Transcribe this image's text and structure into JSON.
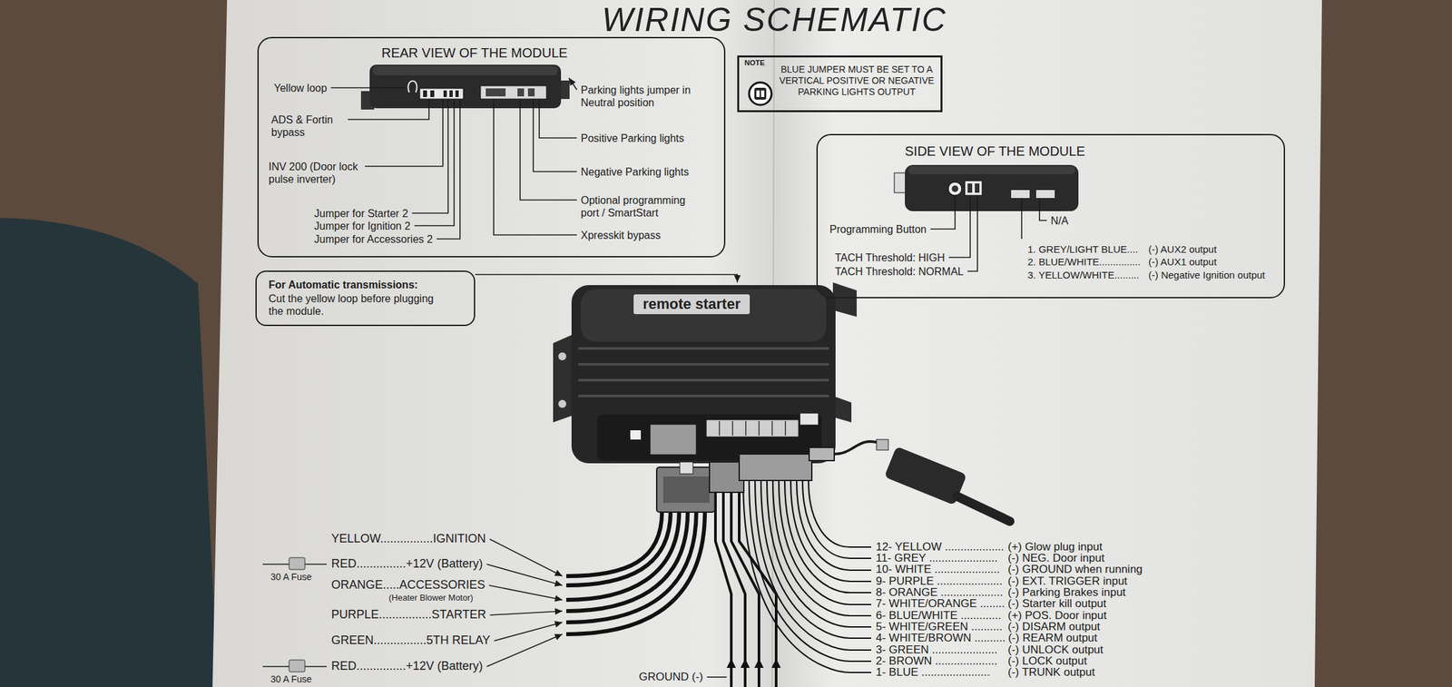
{
  "diagram": {
    "title": "WIRING SCHEMATIC",
    "nodes": [
      {
        "text": [
          "REAR VIEW OF THE MODULE"
        ]
      },
      {
        "text": [
          "NOTE",
          "BLUE JUMPER MUST BE SET TO A VERTICAL POSITIVE OR NEGATIVE PARKING LIGHTS OUTPUT"
        ]
      },
      {
        "text": [
          "SIDE VIEW OF THE MODULE"
        ]
      },
      {
        "text": [
          "For Automatic transmissions:",
          "Cut the yellow loop before plugging the module."
        ]
      },
      {
        "text": [
          "remote starter"
        ]
      }
    ],
    "edges": [
      {
        "from": 3,
        "to": 4,
        "arrow": "to"
      }
    ],
    "labels": [
      "Yellow loop",
      "ADS & Fortin bypass",
      "INV 200 (Door lock pulse inverter)",
      "Jumper for Starter 2",
      "Jumper for Ignition 2",
      "Jumper for Accessories 2",
      "Parking lights jumper in Neutral position",
      "Positive Parking lights",
      "Negative Parking lights",
      "Optional programming port / SmartStart",
      "Xpresskit bypass",
      "Programming Button",
      "N/A",
      "TACH Threshold: HIGH",
      "TACH Threshold: NORMAL",
      "1. GREY/LIGHT BLUE....",
      "(-) AUX2 output",
      "2. BLUE/WHITE...............",
      "(-) AUX1 output",
      "3. YELLOW/WHITE.........",
      "(-) Negative Ignition output",
      "YELLOW................IGNITION",
      "RED...............+12V (Battery)",
      "30 A Fuse",
      "ORANGE.....ACCESSORIES",
      "(Heater Blower Motor)",
      "PURPLE................STARTER",
      "GREEN................5TH RELAY",
      "RED...............+12V (Battery)",
      "30 A Fuse",
      "GROUND (-)",
      "12- YELLOW ...................",
      "(+) Glow plug input",
      "11- GREY ......................",
      "(-) NEG. Door input",
      "10- WHITE .....................",
      "(-) GROUND when running",
      "9- PURPLE .....................",
      "(-) EXT. TRIGGER input",
      "8- ORANGE ....................",
      "(-) Parking Brakes input",
      "7- WHITE/ORANGE ........",
      "(-) Starter kill output",
      "6- BLUE/WHITE .............",
      "(+) POS. Door input",
      "5- WHITE/GREEN ..........",
      "(-) DISARM output",
      "4- WHITE/BROWN ..........",
      "(-) REARM output",
      "3- GREEN .....................",
      "(-) UNLOCK output",
      "2- BROWN ....................",
      "(-) LOCK output",
      "1- BLUE ......................",
      "(-) TRUNK output"
    ]
  }
}
